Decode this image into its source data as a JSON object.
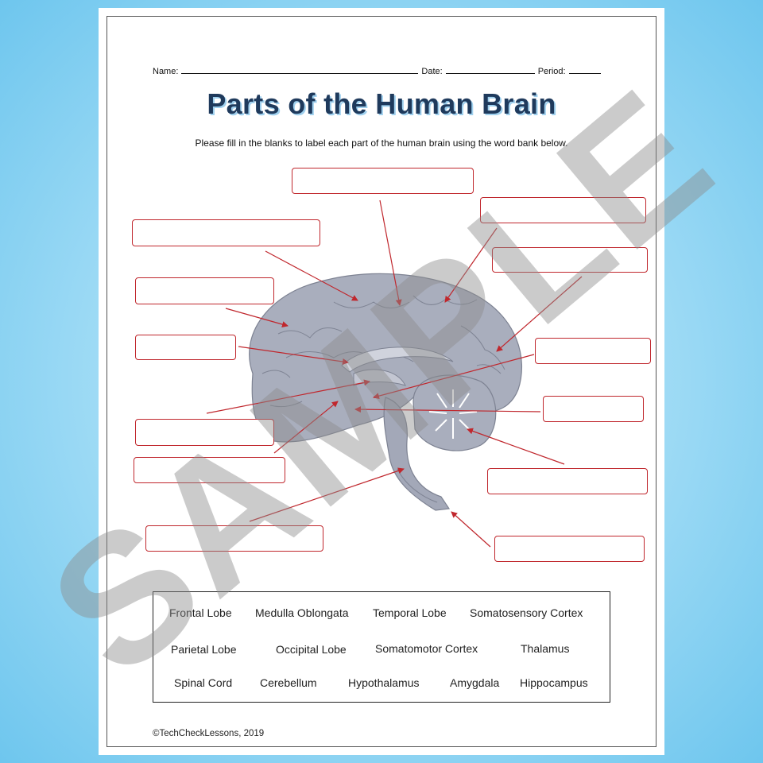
{
  "header": {
    "name_label": "Name:",
    "date_label": "Date:",
    "period_label": "Period:"
  },
  "title": "Parts of the Human Brain",
  "instructions": "Please fill in the blanks to label each part of the human brain using the word bank below.",
  "word_bank": {
    "row1": [
      "Frontal Lobe",
      "Medulla Oblongata",
      "Temporal Lobe",
      "Somatosensory Cortex"
    ],
    "row2": [
      "Parietal Lobe",
      "Occipital Lobe",
      "Somatomotor Cortex",
      "Thalamus"
    ],
    "row3": [
      "Spinal Cord",
      "Cerebellum",
      "Hypothalamus",
      "Amygdala",
      "Hippocampus"
    ]
  },
  "copyright": "©TechCheckLessons, 2019",
  "watermark": "SAMPLE",
  "colors": {
    "box_border": "#c0272d",
    "arrow": "#c0272d",
    "title": "#1f3a5c",
    "brain": "#a3a8b8"
  }
}
